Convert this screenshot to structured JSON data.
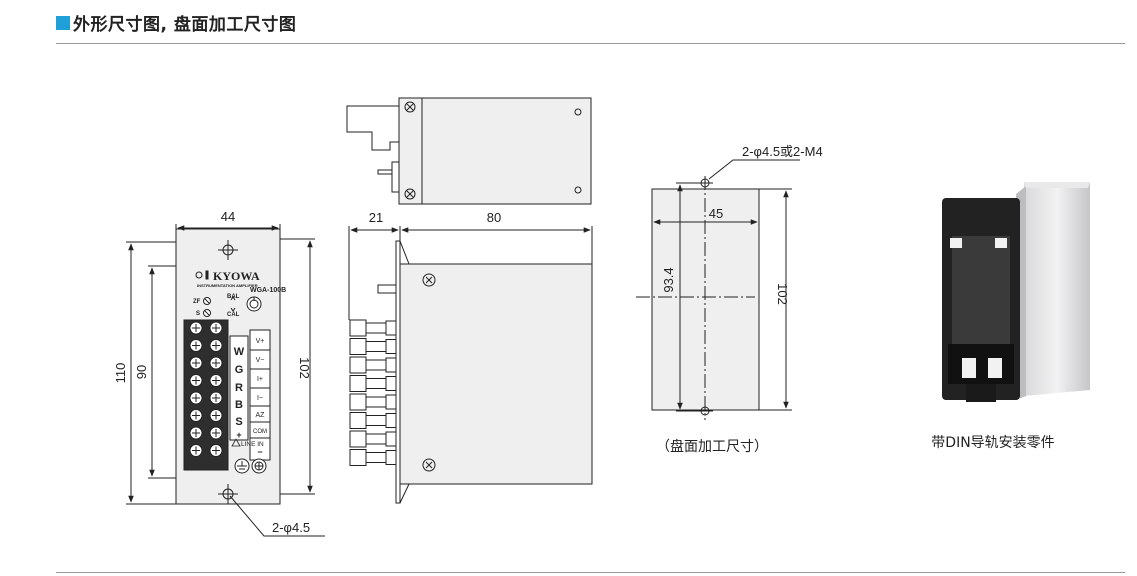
{
  "header": {
    "title": "外形尺寸图, 盘面加工尺寸图",
    "accent_color": "#1fa0d8"
  },
  "front_view": {
    "width_dim": "44",
    "height_outer_dim": "110",
    "height_hole_dim": "90",
    "height_right_dim": "102",
    "hole_callout": "2-φ4.5",
    "brand": "KYOWA",
    "subtitle": "INSTRUMENTATION AMPLIFIER",
    "model": "WGA-100B",
    "zf_label": "ZF",
    "s_label": "S",
    "bal_label": "BAL",
    "cal_label": "CAL",
    "terminal_letters": [
      "W",
      "G",
      "R",
      "B",
      "S"
    ],
    "terminal_right": [
      "V+",
      "V−",
      "I+",
      "I−",
      "AZ",
      "COM"
    ],
    "plus_label": "+",
    "line_in": "LINE IN",
    "minus_label": "−"
  },
  "side_view": {
    "depth_front_dim": "21",
    "depth_body_dim": "80"
  },
  "panel_cutout": {
    "hole_callout": "2-φ4.5或2-M4",
    "width_dim": "45",
    "hole_pitch_dim": "93.4",
    "height_dim": "102",
    "caption": "（盘面加工尺寸）"
  },
  "photo": {
    "caption": "带DIN导轨安装零件"
  }
}
